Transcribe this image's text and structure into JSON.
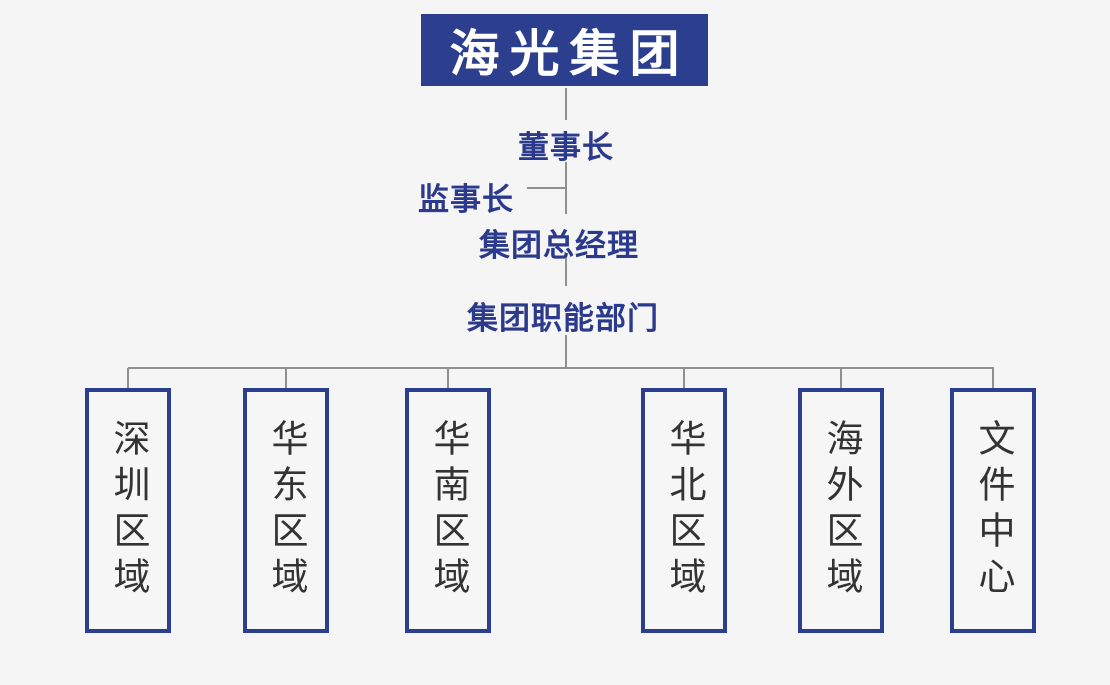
{
  "org_chart": {
    "company": "海光集团",
    "chairman": "董事长",
    "supervisor": "监事长",
    "general_manager": "集团总经理",
    "functional_departments": "集团职能部门",
    "departments": [
      {
        "label": "深圳区域"
      },
      {
        "label": "华东区域"
      },
      {
        "label": "华南区域"
      },
      {
        "label": "华北区域"
      },
      {
        "label": "海外区域"
      },
      {
        "label": "文件中心"
      }
    ],
    "colors": {
      "primary_blue": "#2b3f8e",
      "label_blue": "#2b3a8c",
      "line_gray": "#8f9092",
      "department_text": "#333333",
      "background": "#f5f5f6",
      "root_text": "#ffffff"
    }
  }
}
